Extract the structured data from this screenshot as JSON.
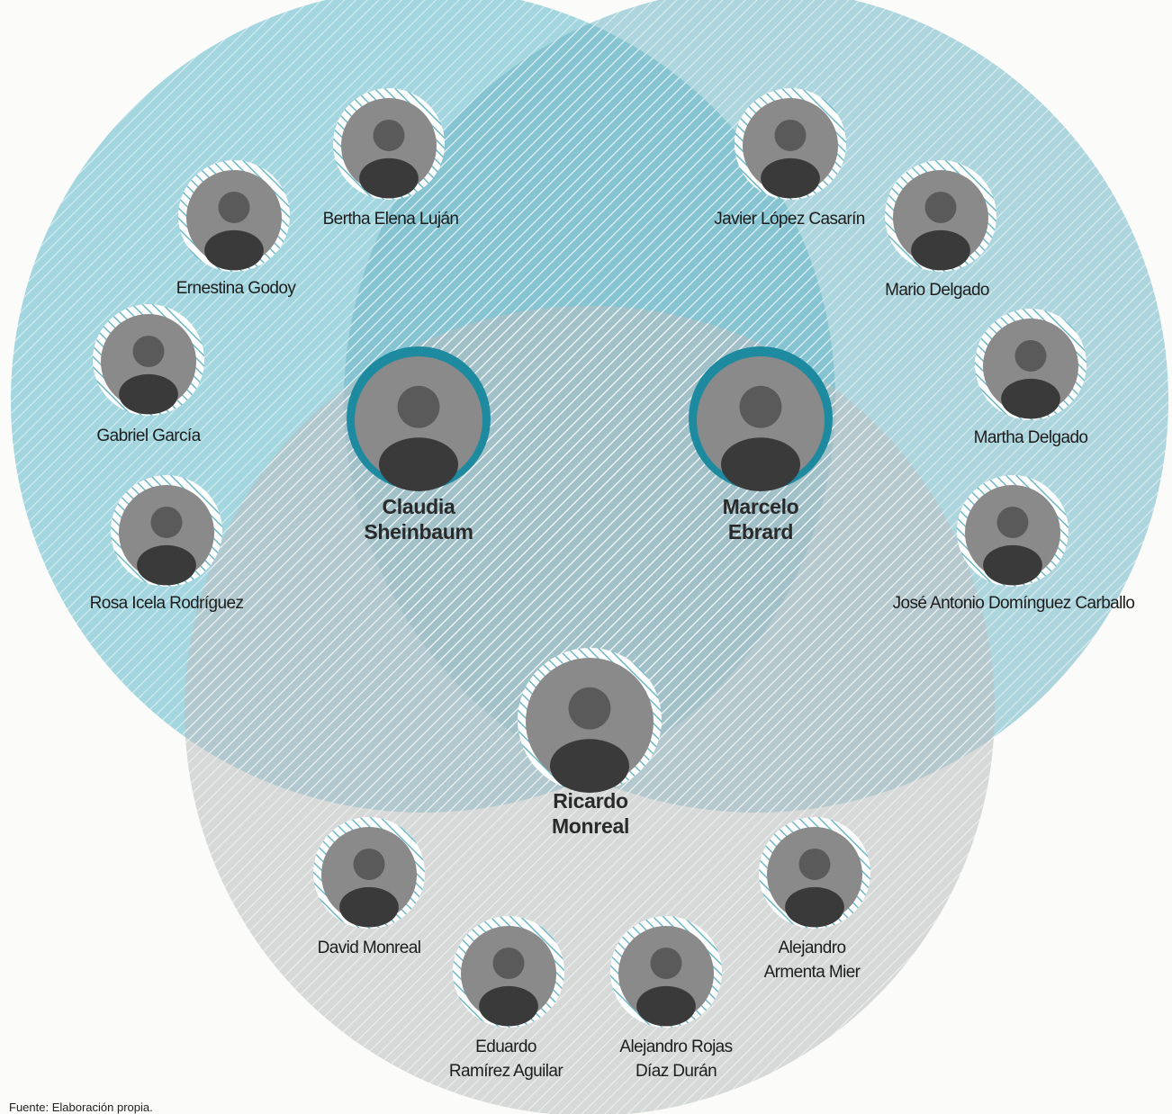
{
  "colors": {
    "circle_left": "#5db8cc",
    "circle_right": "#6db6c6",
    "circle_bottom": "#b9bec0",
    "main_ring": "#1e8aa0",
    "hatch_ring": "#6fb8c6"
  },
  "people": {
    "claudia": [
      "Claudia",
      "Sheinbaum"
    ],
    "marcelo": [
      "Marcelo",
      "Ebrard"
    ],
    "ricardo": [
      "Ricardo",
      "Monreal"
    ],
    "bertha": "Bertha Elena Luján",
    "ernestina": "Ernestina Godoy",
    "gabriel": "Gabriel García",
    "rosa": "Rosa Icela Rodríguez",
    "javier": "Javier López Casarín",
    "mario": "Mario Delgado",
    "martha": "Martha Delgado",
    "jose": "José Antonio Domínguez Carballo",
    "david": "David Monreal",
    "eduardo": [
      "Eduardo",
      "Ramírez Aguilar"
    ],
    "rojas": [
      "Alejandro Rojas",
      "Díaz Durán"
    ],
    "armenta": [
      "Alejandro",
      "Armenta Mier"
    ]
  },
  "icons": {
    "portrait": "person-portrait-icon"
  },
  "source": "Fuente: Elaboración propia."
}
